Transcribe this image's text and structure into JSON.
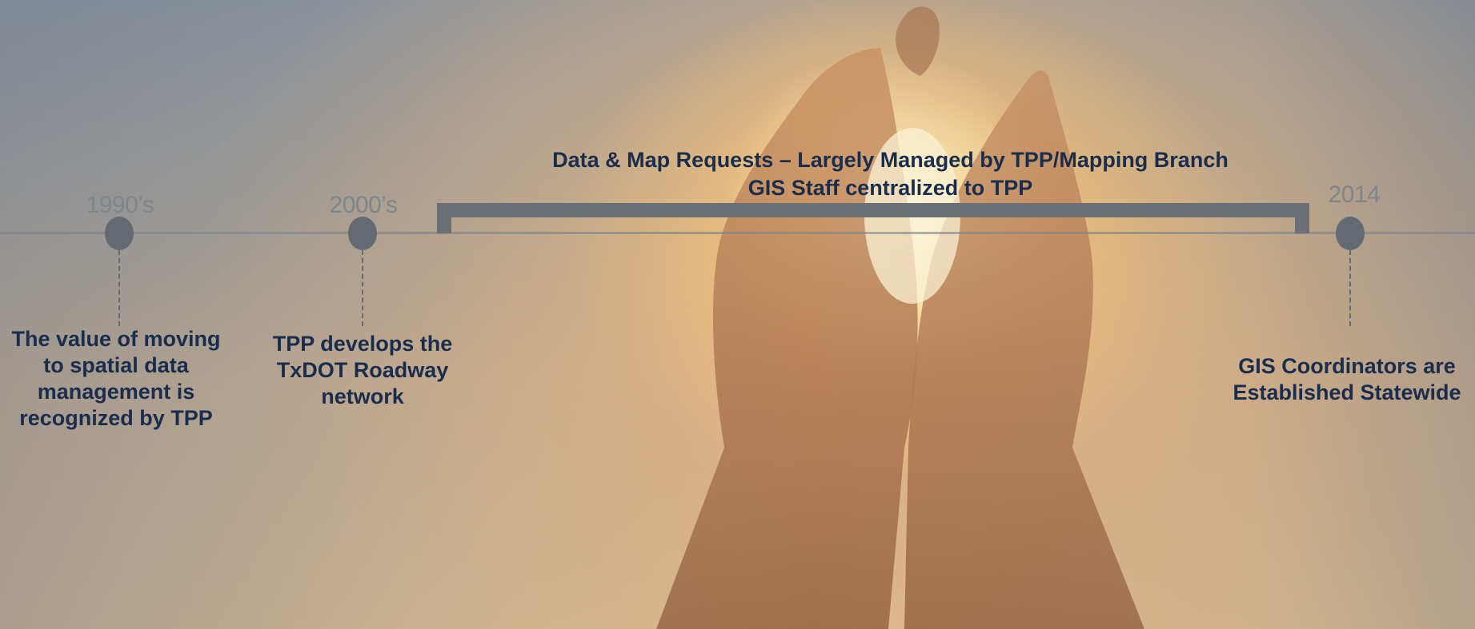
{
  "timeline": {
    "span": {
      "line1": "Data & Map Requests – Largely Managed by TPP/Mapping Branch",
      "line2": "GIS Staff centralized to TPP"
    },
    "milestones": [
      {
        "year": "1990’s",
        "caption": "The value of moving to spatial data management is recognized by TPP"
      },
      {
        "year": "2000’s",
        "caption": "TPP develops the TxDOT Roadway network"
      },
      {
        "year": "2014",
        "caption": "GIS Coordinators are Established Statewide"
      }
    ]
  },
  "background": {
    "description_icon": "hands-holding-sun-icon",
    "sky_color": "#cdb395",
    "glow_color": "#fff4d6"
  },
  "colors": {
    "text_dark": "#1a2d4d",
    "year_gray": "#7e858c",
    "marker_gray": "#636a72"
  }
}
